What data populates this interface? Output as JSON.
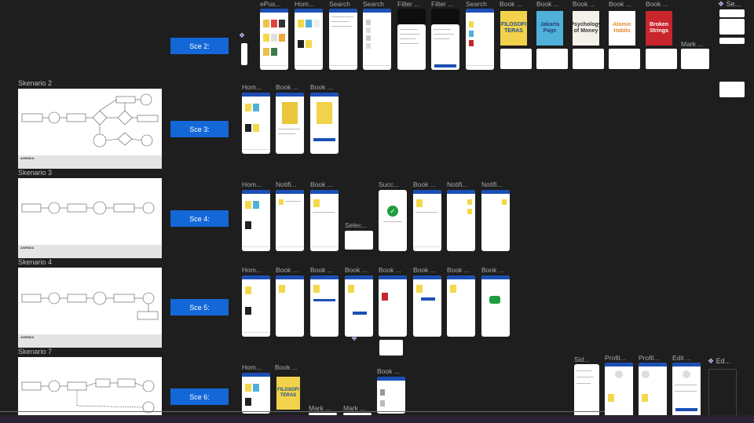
{
  "skenarios": [
    {
      "title": "Skenario 2"
    },
    {
      "title": "Skenario 3"
    },
    {
      "title": "Skenario 4"
    },
    {
      "title": "Skenario 7"
    }
  ],
  "scenario_buttons": [
    "Sce 2:",
    "Sce 3:",
    "Sce 4:",
    "Sce 5:",
    "Sce 6:"
  ],
  "agenda_label": "AGENDA",
  "row1_labels": [
    "ePus...",
    "Hom...",
    "Search",
    "Search",
    "Filter ...",
    "Filter ...",
    "Search",
    "Book ...",
    "Book ...",
    "Book ...",
    "Book ...",
    "Book ..."
  ],
  "row1_extra": {
    "mark": "Mark ...",
    "se": "Se..."
  },
  "row2_labels": [
    "Hom...",
    "Book ...",
    "Book ..."
  ],
  "row3_labels": [
    "Hom...",
    "Notifi...",
    "Book ...",
    "Selec...",
    "Succ...",
    "Book ...",
    "Notifi...",
    "Notifi..."
  ],
  "row4_labels": [
    "Hom...",
    "Book ...",
    "Book ...",
    "Book ...",
    "Book ...",
    "Book ...",
    "Book ...",
    "Book ..."
  ],
  "row5_labels": [
    "Hom...",
    "Book ...",
    "Book ...",
    "Mark ...",
    "Mark ..."
  ],
  "profile_labels": [
    "Sid...",
    "Profil...",
    "Profil...",
    "Edit ...",
    "Ed..."
  ],
  "book_covers": [
    {
      "title": "FILOSOFI TERAS",
      "bg": "#f2d24a",
      "fg": "#1f4f8e"
    },
    {
      "title": "Jakarta Page",
      "bg": "#4fb1d9",
      "fg": "#2a3f79"
    },
    {
      "title": "Psychology of Money",
      "bg": "#f4f1ea",
      "fg": "#333333"
    },
    {
      "title": "Atomic Habits",
      "bg": "#ffffff",
      "fg": "#e38b2c"
    },
    {
      "title": "Broken Strings",
      "bg": "#c8252c",
      "fg": "#ffffff"
    }
  ],
  "accent": "#1467d7"
}
